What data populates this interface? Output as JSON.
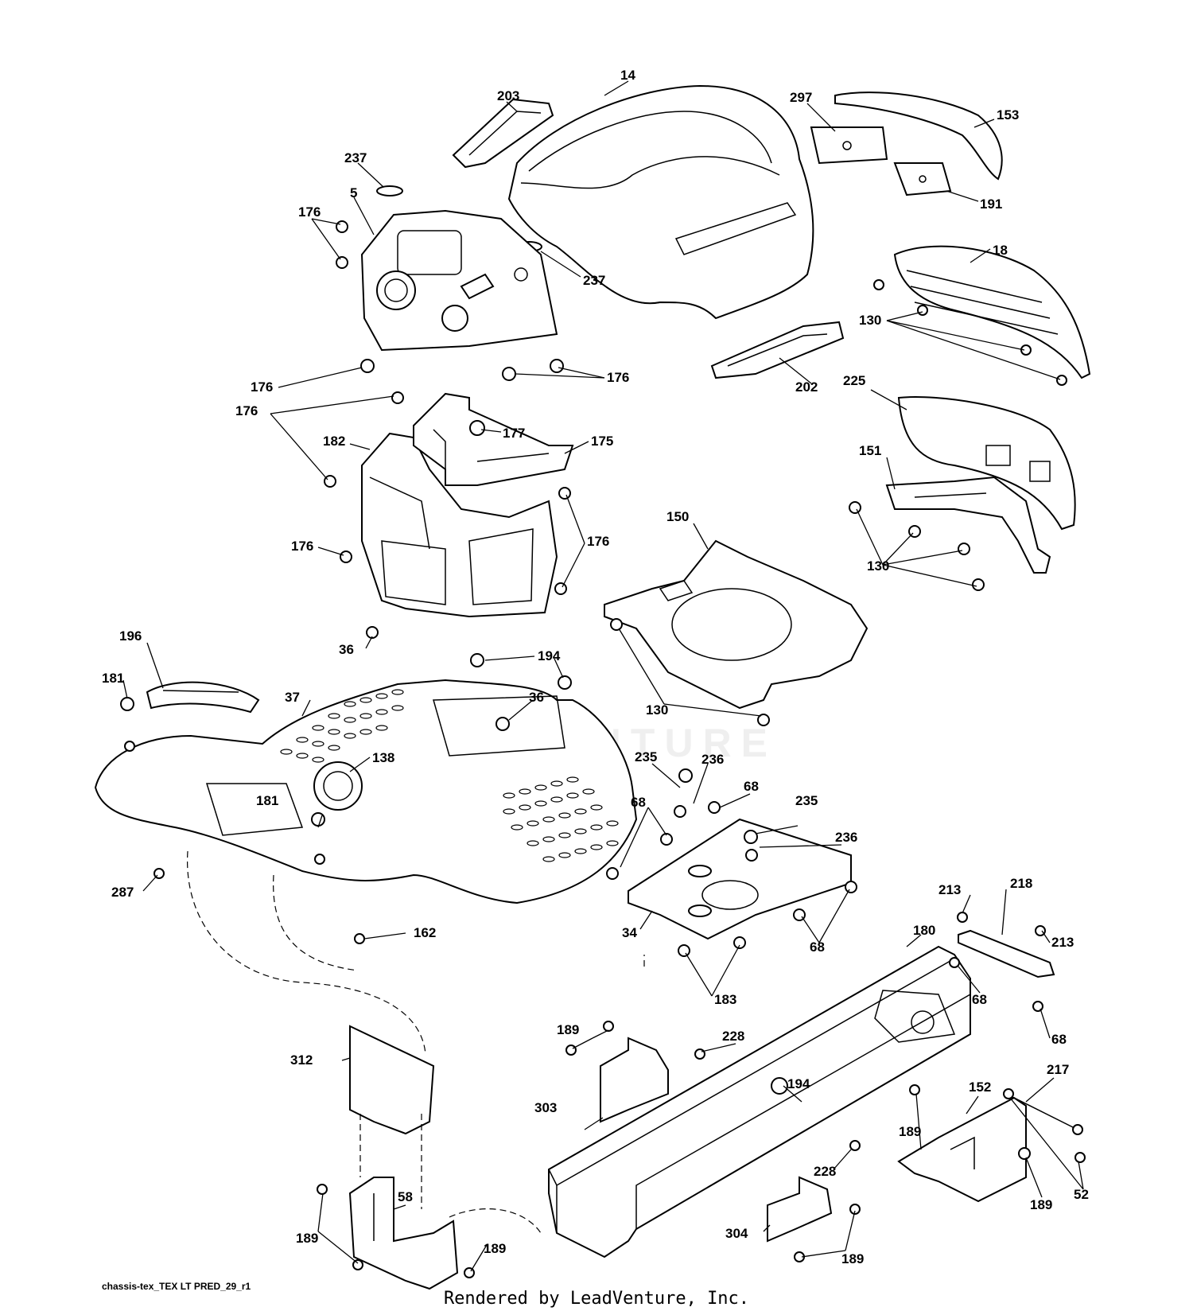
{
  "diagram": {
    "footer_left": "chassis-tex_TEX LT PRED_29_r1",
    "footer_center": "Rendered by LeadVenture, Inc.",
    "watermark_text": "LEADVENTURE",
    "callouts": [
      {
        "id": "c14",
        "label": "14"
      },
      {
        "id": "c203",
        "label": "203"
      },
      {
        "id": "c297",
        "label": "297"
      },
      {
        "id": "c153",
        "label": "153"
      },
      {
        "id": "c237a",
        "label": "237"
      },
      {
        "id": "c5",
        "label": "5"
      },
      {
        "id": "c176a",
        "label": "176"
      },
      {
        "id": "c191",
        "label": "191"
      },
      {
        "id": "c237b",
        "label": "237"
      },
      {
        "id": "c18",
        "label": "18"
      },
      {
        "id": "c130a",
        "label": "130"
      },
      {
        "id": "c176b",
        "label": "176"
      },
      {
        "id": "c176c",
        "label": "176"
      },
      {
        "id": "c202",
        "label": "202"
      },
      {
        "id": "c225",
        "label": "225"
      },
      {
        "id": "c176d",
        "label": "176"
      },
      {
        "id": "c177",
        "label": "177"
      },
      {
        "id": "c175",
        "label": "175"
      },
      {
        "id": "c182",
        "label": "182"
      },
      {
        "id": "c151",
        "label": "151"
      },
      {
        "id": "c150",
        "label": "150"
      },
      {
        "id": "c176e",
        "label": "176"
      },
      {
        "id": "c176f",
        "label": "176"
      },
      {
        "id": "c130b",
        "label": "130"
      },
      {
        "id": "c196",
        "label": "196"
      },
      {
        "id": "c36a",
        "label": "36"
      },
      {
        "id": "c181a",
        "label": "181"
      },
      {
        "id": "c194a",
        "label": "194"
      },
      {
        "id": "c37",
        "label": "37"
      },
      {
        "id": "c36b",
        "label": "36"
      },
      {
        "id": "c130c",
        "label": "130"
      },
      {
        "id": "c138",
        "label": "138"
      },
      {
        "id": "c235a",
        "label": "235"
      },
      {
        "id": "c236a",
        "label": "236"
      },
      {
        "id": "c68a",
        "label": "68"
      },
      {
        "id": "c181b",
        "label": "181"
      },
      {
        "id": "c68b",
        "label": "68"
      },
      {
        "id": "c235b",
        "label": "235"
      },
      {
        "id": "c236b",
        "label": "236"
      },
      {
        "id": "c287",
        "label": "287"
      },
      {
        "id": "c213a",
        "label": "213"
      },
      {
        "id": "c218",
        "label": "218"
      },
      {
        "id": "c162",
        "label": "162"
      },
      {
        "id": "c34",
        "label": "34"
      },
      {
        "id": "c180",
        "label": "180"
      },
      {
        "id": "c213b",
        "label": "213"
      },
      {
        "id": "c68c",
        "label": "68"
      },
      {
        "id": "c183",
        "label": "183"
      },
      {
        "id": "c68d",
        "label": "68"
      },
      {
        "id": "c68e",
        "label": "68"
      },
      {
        "id": "c189a",
        "label": "189"
      },
      {
        "id": "c228a",
        "label": "228"
      },
      {
        "id": "c312",
        "label": "312"
      },
      {
        "id": "c217",
        "label": "217"
      },
      {
        "id": "c194b",
        "label": "194"
      },
      {
        "id": "c152",
        "label": "152"
      },
      {
        "id": "c303",
        "label": "303"
      },
      {
        "id": "c189b",
        "label": "189"
      },
      {
        "id": "c52",
        "label": "52"
      },
      {
        "id": "c228b",
        "label": "228"
      },
      {
        "id": "c58",
        "label": "58"
      },
      {
        "id": "c189c",
        "label": "189"
      },
      {
        "id": "c304",
        "label": "304"
      },
      {
        "id": "c189d",
        "label": "189"
      },
      {
        "id": "c189e",
        "label": "189"
      },
      {
        "id": "c189f",
        "label": "189"
      }
    ]
  }
}
